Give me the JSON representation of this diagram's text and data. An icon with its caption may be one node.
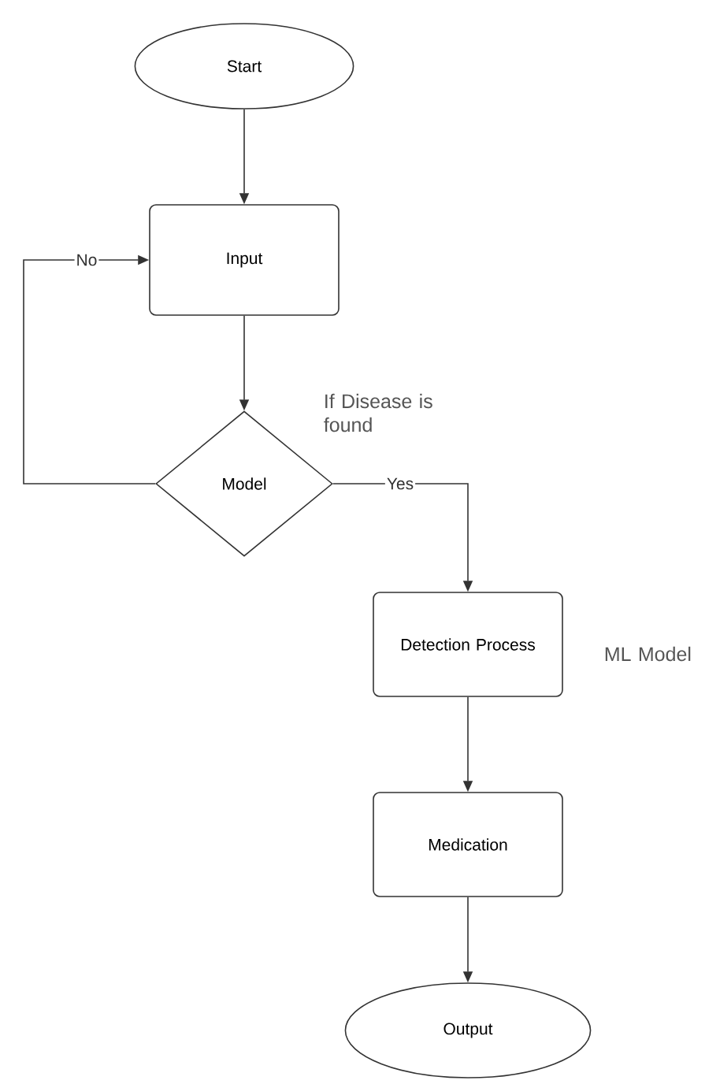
{
  "diagram": {
    "nodes": [
      {
        "text": [
          "Start"
        ]
      },
      {
        "text": [
          "Input"
        ]
      },
      {
        "text": [
          "Model"
        ]
      },
      {
        "text": [
          "Detection Process"
        ]
      },
      {
        "text": [
          "Medication"
        ]
      },
      {
        "text": [
          "Output"
        ]
      }
    ],
    "edges": [
      {
        "from": 0,
        "to": 1,
        "arrow": "to"
      },
      {
        "from": 1,
        "to": 2,
        "arrow": "to"
      },
      {
        "from": 2,
        "to": 1,
        "arrow": "to",
        "label": "No"
      },
      {
        "from": 2,
        "to": 3,
        "arrow": "to",
        "label": "Yes"
      },
      {
        "from": 3,
        "to": 4,
        "arrow": "to"
      },
      {
        "from": 4,
        "to": 5,
        "arrow": "to"
      }
    ],
    "labels": [
      "If Disease is found",
      "ML Model"
    ]
  }
}
